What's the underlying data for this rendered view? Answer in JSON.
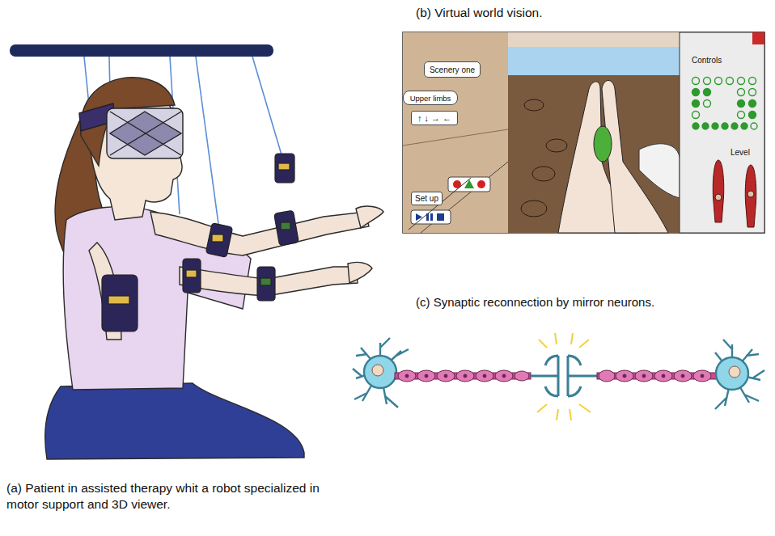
{
  "diagram": {
    "nodes": [
      {
        "text": [
          "Scenery one"
        ]
      },
      {
        "text": [
          "Upper limbs"
        ]
      },
      {
        "text": [
          "↑ ↓ → ←"
        ]
      },
      {
        "text": [
          "Set up"
        ]
      }
    ],
    "labels": [
      "(b) Virtual world vision.",
      "Controls",
      "Level",
      "(c) Synaptic reconnection by mirror neurons.",
      "(a) Patient in assisted therapy whit a robot specialized in motor support and 3D viewer."
    ]
  }
}
